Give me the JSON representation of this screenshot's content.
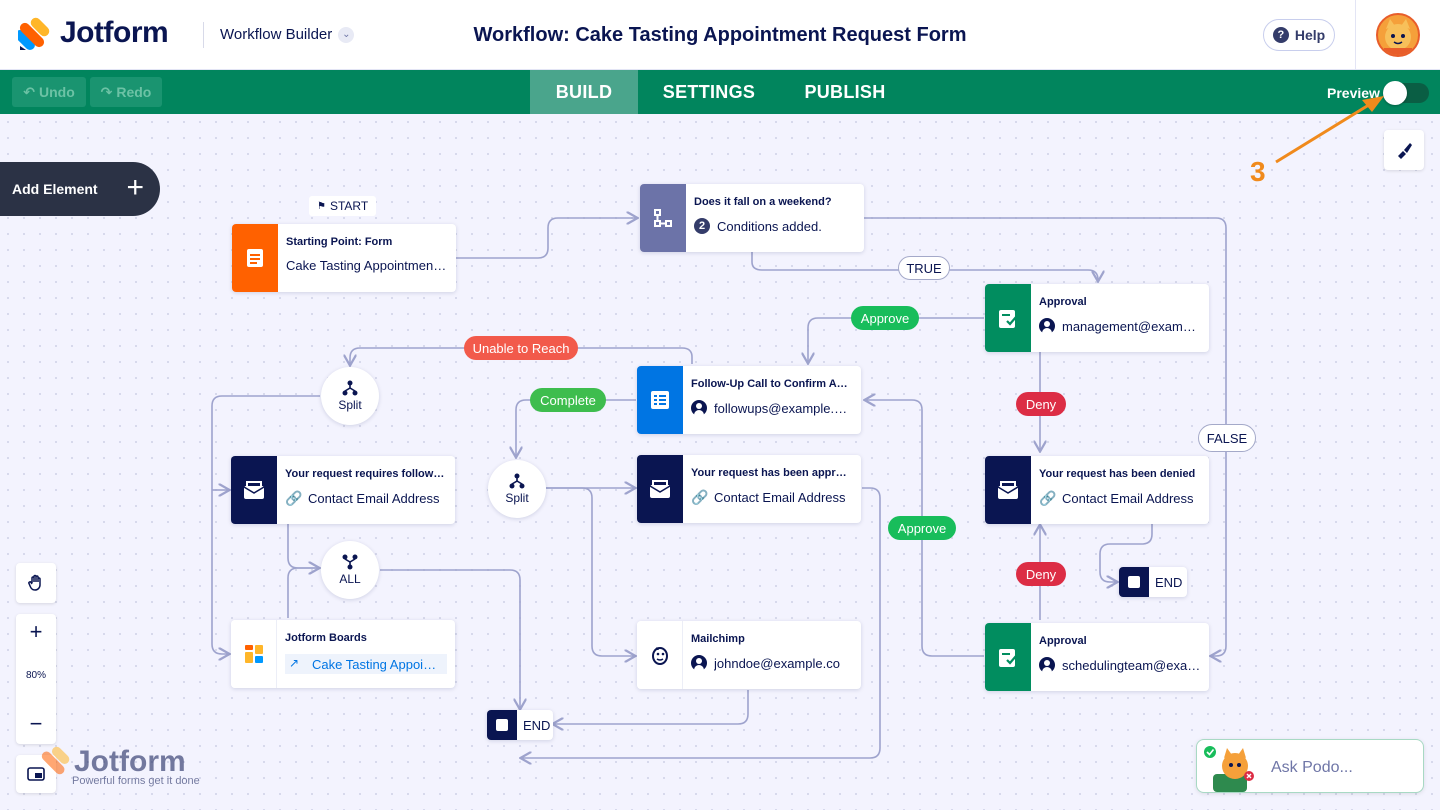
{
  "header": {
    "brand": "Jotform",
    "section": "Workflow Builder",
    "title": "Workflow: Cake Tasting Appointment Request Form",
    "help": "Help"
  },
  "toolbar": {
    "undo": "Undo",
    "redo": "Redo",
    "tabs": [
      "BUILD",
      "SETTINGS",
      "PUBLISH"
    ],
    "active_tab": "BUILD",
    "preview": "Preview"
  },
  "canvas": {
    "add_element": "Add Element",
    "start_label": "START",
    "annotation": "3",
    "zoom": "80%",
    "watermark_brand": "Jotform",
    "watermark_tagline": "Powerful forms get it done",
    "ask_podo": "Ask Podo..."
  },
  "nodes": {
    "start_form": {
      "title": "Starting Point: Form",
      "sub": "Cake Tasting Appointment Request Form"
    },
    "condition": {
      "title": "Does it fall on a weekend?",
      "count": "2",
      "sub": "Conditions added."
    },
    "approval_mgmt": {
      "title": "Approval",
      "sub": "management@example.com"
    },
    "followup": {
      "title": "Follow-Up Call to Confirm Appointment",
      "sub": "followups@example.com"
    },
    "email_followup": {
      "title": "Your request requires follow-up",
      "sub": "Contact Email Address"
    },
    "email_approved": {
      "title": "Your request has been approved",
      "sub": "Contact Email Address"
    },
    "email_denied": {
      "title": "Your request has been denied",
      "sub": "Contact Email Address"
    },
    "boards": {
      "title": "Jotform Boards",
      "sub": "Cake Tasting Appointment Request Form"
    },
    "mailchimp": {
      "title": "Mailchimp",
      "sub": "johndoe@example.co"
    },
    "approval_sched": {
      "title": "Approval",
      "sub": "schedulingteam@example.com"
    }
  },
  "circles": {
    "split1": "Split",
    "split2": "Split",
    "all": "ALL"
  },
  "ends": {
    "end1": "END",
    "end2": "END"
  },
  "pills": {
    "true": "TRUE",
    "false": "FALSE",
    "approve1": "Approve",
    "approve2": "Approve",
    "deny1": "Deny",
    "deny2": "Deny",
    "unable": "Unable to Reach",
    "complete": "Complete"
  },
  "colors": {
    "toolbar": "#01855d",
    "form_orange": "#ff6100",
    "condition_purple": "#6c73a8",
    "approval_green": "#018d5f",
    "email_navy": "#0a1551",
    "followup_blue": "#0075e3",
    "approve_green": "#18bd5b",
    "deny_red": "#dc2d45",
    "unable_red": "#f25a4b",
    "complete_green": "#3ebd4e",
    "connector": "#9ea3cd"
  }
}
